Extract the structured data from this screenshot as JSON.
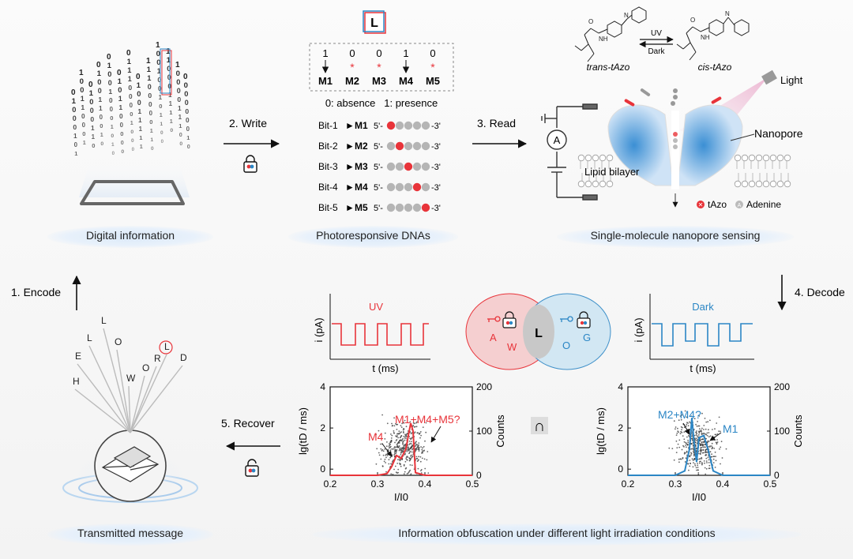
{
  "panels": {
    "digital": "Digital information",
    "dna": "Photoresponsive DNAs",
    "nanopore": "Single-molecule nanopore sensing",
    "message": "Transmitted message",
    "obfuscation": "Information obfuscation under different light irradiation conditions"
  },
  "steps": {
    "encode": "1. Encode",
    "write": "2. Write",
    "read": "3. Read",
    "decode": "4. Decode",
    "recover": "5. Recover"
  },
  "letter_key": "L",
  "bits_row": {
    "values": [
      "1",
      "0",
      "0",
      "1",
      "0"
    ],
    "monomers": [
      "M1",
      "M2",
      "M3",
      "M4",
      "M5"
    ]
  },
  "bit_legend": "0: absence   1: presence",
  "bit_rows": [
    {
      "bit": "Bit-1",
      "m": "M1",
      "prefix": "5'-",
      "suffix": "-3'",
      "red_index": 0
    },
    {
      "bit": "Bit-2",
      "m": "M2",
      "prefix": "5'-",
      "suffix": "-3'",
      "red_index": 1
    },
    {
      "bit": "Bit-3",
      "m": "M3",
      "prefix": "5'-",
      "suffix": "-3'",
      "red_index": 2
    },
    {
      "bit": "Bit-4",
      "m": "M4",
      "prefix": "5'-",
      "suffix": "-3'",
      "red_index": 3
    },
    {
      "bit": "Bit-5",
      "m": "M5",
      "prefix": "5'-",
      "suffix": "-3'",
      "red_index": 4
    }
  ],
  "chem": {
    "trans": "trans-tAzo",
    "cis": "cis-tAzo",
    "uv": "UV",
    "dark": "Dark",
    "atom_o": "O",
    "atom_n": "N",
    "atom_nh": "NH"
  },
  "nanopore": {
    "light": "Light",
    "nanopore": "Nanopore",
    "bilayer": "Lipid bilayer",
    "ammeter": "A",
    "legend_tazo": "tAzo",
    "legend_adenine": "Adenine"
  },
  "message_letters": [
    "H",
    "E",
    "L",
    "L",
    "O",
    "W",
    "O",
    "R",
    "L",
    "D"
  ],
  "venn": {
    "left_letters": [
      "A",
      "W"
    ],
    "center": "L",
    "right_letters": [
      "O",
      "G"
    ],
    "intersect_symbol": "∩"
  },
  "colors": {
    "red": "#e8343a",
    "blue": "#2b86c5",
    "gray": "#9a9a9a"
  },
  "traces": {
    "uv_label": "UV",
    "dark_label": "Dark",
    "ylabel": "i (pA)",
    "xlabel": "t (ms)"
  },
  "chart_data": [
    {
      "type": "scatter",
      "title": "",
      "xlabel": "I/I0",
      "ylabel": "lg(tD / ms)",
      "y2label": "Counts",
      "xlim": [
        0.2,
        0.5
      ],
      "ylim": [
        -0.3,
        4
      ],
      "y2lim": [
        0,
        200
      ],
      "xticks": [
        0.2,
        0.3,
        0.4,
        0.5
      ],
      "yticks": [
        0,
        2,
        4
      ],
      "y2ticks": [
        0,
        100,
        200
      ],
      "annotations": [
        "M4",
        "M1+M4+M5?"
      ],
      "histogram": {
        "color": "#e8343a",
        "x": [
          0.3,
          0.32,
          0.33,
          0.34,
          0.35,
          0.36,
          0.365,
          0.37,
          0.375,
          0.38,
          0.4
        ],
        "counts": [
          0,
          4,
          20,
          45,
          38,
          60,
          90,
          118,
          100,
          6,
          0
        ]
      }
    },
    {
      "type": "scatter",
      "title": "",
      "xlabel": "I/I0",
      "ylabel": "lg(tD / ms)",
      "y2label": "Counts",
      "xlim": [
        0.2,
        0.5
      ],
      "ylim": [
        -0.3,
        4
      ],
      "y2lim": [
        0,
        200
      ],
      "xticks": [
        0.2,
        0.3,
        0.4,
        0.5
      ],
      "yticks": [
        0,
        2,
        4
      ],
      "y2ticks": [
        0,
        100,
        200
      ],
      "annotations": [
        "M2+M4?",
        "M1"
      ],
      "histogram": {
        "color": "#2b86c5",
        "x": [
          0.3,
          0.32,
          0.33,
          0.335,
          0.34,
          0.345,
          0.35,
          0.36,
          0.37,
          0.38,
          0.4
        ],
        "counts": [
          0,
          10,
          60,
          130,
          70,
          30,
          85,
          90,
          55,
          10,
          0
        ]
      }
    }
  ]
}
